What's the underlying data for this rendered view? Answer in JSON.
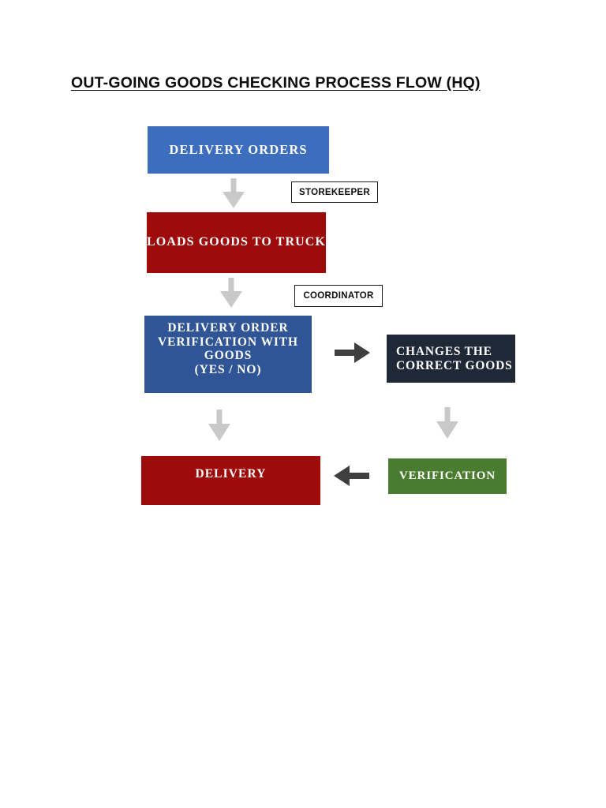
{
  "document": {
    "title": "OUT-GOING GOODS CHECKING PROCESS FLOW (HQ)"
  },
  "colors": {
    "blue_primary": "#3d6ebd",
    "blue_dark": "#2f5596",
    "red_dark": "#9e0b0b",
    "navy": "#1e2836",
    "green": "#4a7c2f",
    "arrow_gray": "#c9c9c9",
    "arrow_dark": "#3f3f3f",
    "text_black": "#0d0d0d",
    "box_text": "#ffffff"
  },
  "flow": {
    "nodes": {
      "delivery_orders": {
        "label": "DELIVERY ORDERS",
        "fill": "#3d6ebd"
      },
      "loads_goods_to_truck": {
        "label": "LOADS GOODS TO TRUCK",
        "fill": "#9e0b0b"
      },
      "delivery_order_verification": {
        "line1": "DELIVERY ORDER",
        "line2": "VERIFICATION WITH",
        "line3": "GOODS",
        "line4": "(YES / NO)",
        "fill": "#2f5596"
      },
      "changes_the_correct_goods": {
        "line1": "CHANGES THE",
        "line2": "CORRECT GOODS",
        "fill": "#1e2836"
      },
      "delivery": {
        "label": "DELIVERY",
        "fill": "#9e0b0b"
      },
      "verification": {
        "label": "VERIFICATION",
        "fill": "#4a7c2f"
      }
    },
    "role_labels": {
      "storekeeper": "STOREKEEPER",
      "coordinator": "COORDINATOR"
    },
    "arrows": [
      {
        "name": "delivery-orders-to-loads-goods",
        "direction": "down",
        "color": "#c9c9c9"
      },
      {
        "name": "loads-goods-to-verification",
        "direction": "down",
        "color": "#c9c9c9"
      },
      {
        "name": "verification-to-changes-goods",
        "direction": "right",
        "color": "#3f3f3f"
      },
      {
        "name": "verification-to-delivery",
        "direction": "down",
        "color": "#c9c9c9"
      },
      {
        "name": "changes-goods-to-verification-green",
        "direction": "down",
        "color": "#c9c9c9"
      },
      {
        "name": "verification-green-to-delivery",
        "direction": "left",
        "color": "#3f3f3f"
      }
    ]
  }
}
